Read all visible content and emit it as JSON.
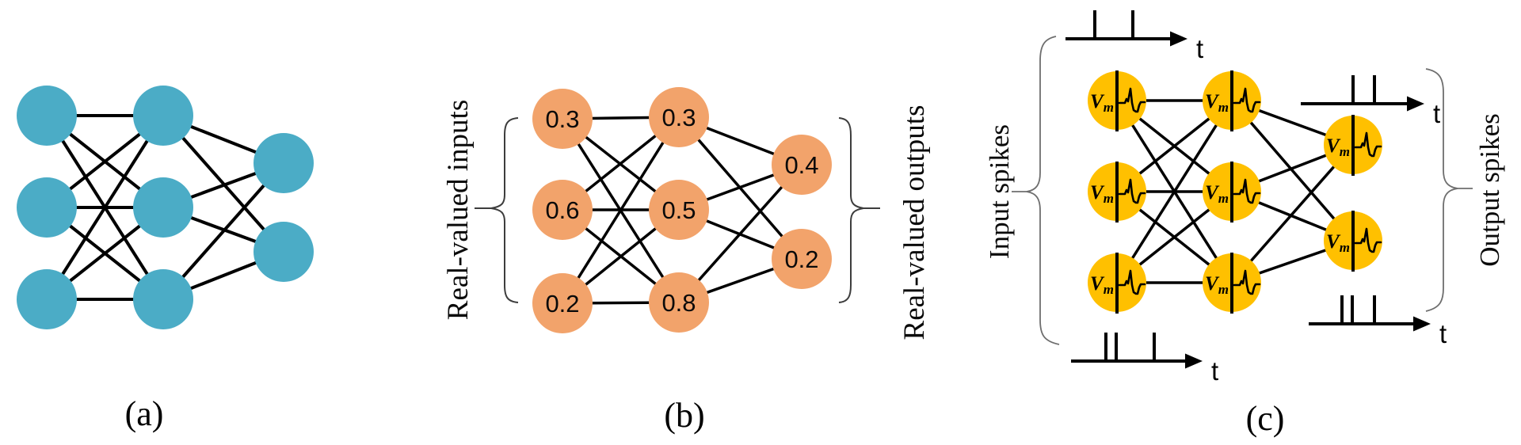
{
  "figure": {
    "colors": {
      "edge": "#000000",
      "panel_a_node": "#4BACC6",
      "panel_b_node": "#F2A36B",
      "panel_c_node": "#FFC000",
      "brace_b": "#3d3d3d",
      "brace_c": "#6e6e6e",
      "text": "#000000"
    },
    "panels": {
      "a": {
        "caption": "(a)",
        "description": "artificial-neural-network",
        "node_color": "#4BACC6",
        "layer_sizes": [
          3,
          3,
          2
        ]
      },
      "b": {
        "caption": "(b)",
        "description": "real-valued-neural-network",
        "node_color": "#F2A36B",
        "left_label": "Real-valued inputs",
        "right_label": "Real-valued outputs",
        "layers": [
          {
            "name": "input",
            "values": [
              "0.3",
              "0.6",
              "0.2"
            ]
          },
          {
            "name": "hidden",
            "values": [
              "0.3",
              "0.5",
              "0.8"
            ]
          },
          {
            "name": "output",
            "values": [
              "0.4",
              "0.2"
            ]
          }
        ]
      },
      "c": {
        "caption": "(c)",
        "description": "spiking-neural-network",
        "node_color": "#FFC000",
        "left_label": "Input spikes",
        "right_label": "Output spikes",
        "neuron_symbol": "V",
        "neuron_symbol_sub": "m",
        "axis_label": "t",
        "layer_sizes": [
          3,
          3,
          2
        ],
        "spike_trains": [
          {
            "id": "input-top",
            "spike_offsets": [
              37,
              85
            ]
          },
          {
            "id": "input-bottom",
            "spike_offsets": [
              44,
              57,
              105
            ]
          },
          {
            "id": "output-top",
            "spike_offsets": [
              66,
              93
            ]
          },
          {
            "id": "output-bottom",
            "spike_offsets": [
              42,
              55,
              83
            ]
          }
        ]
      }
    }
  }
}
